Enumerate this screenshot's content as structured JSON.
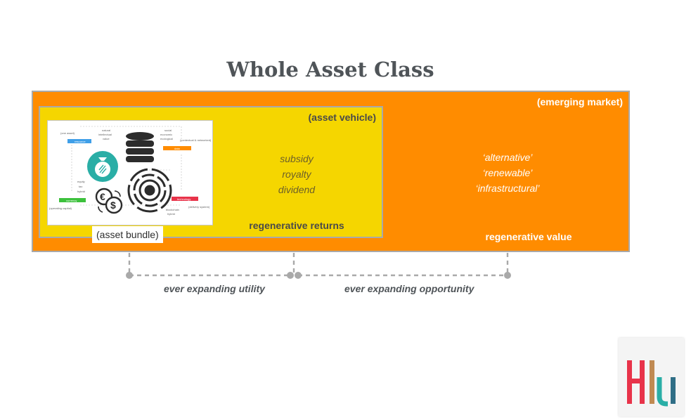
{
  "title": "Whole Asset Class",
  "market": {
    "label": "(emerging market)",
    "value_items": [
      "‘alternative’",
      "‘renewable’",
      "‘infrastructural’"
    ],
    "value_title": "regenerative value"
  },
  "vehicle": {
    "label": "(asset vehicle)",
    "return_items": [
      "subsidy",
      "royalty",
      "dividend"
    ],
    "returns_title": "regenerative returns"
  },
  "bundle": {
    "label": "(asset bundle)"
  },
  "annotations": {
    "utility": "ever expanding utility",
    "opportunity": "ever expanding opportunity"
  },
  "bundle_diagram": {
    "labels": {
      "one_asset": "(one asset)",
      "resource": "resource",
      "social": "social",
      "economic": "economic",
      "ecological": "ecological",
      "natural": "natural",
      "intellectual": "intellectual",
      "value": "value",
      "contextual": "(contextual & networked)",
      "data": "data",
      "equity": "equity",
      "tax": "tax",
      "hybrid": "hybrid",
      "currency": "currency",
      "operating_capital": "(operating capital)",
      "technology": "technology",
      "delivery_system": "(delivery system)",
      "blockchain": "blockchain",
      "hybrid2": "hybrid"
    },
    "colors": {
      "resource": "#3f9fe8",
      "data": "#ff8c00",
      "currency": "#3cc13c",
      "technology": "#e8334a",
      "teal": "#2aaea6"
    }
  },
  "colors": {
    "market": "#ff8c00",
    "vehicle": "#f5d600",
    "border": "#a9a9a9",
    "connector": "#a9a9a9"
  },
  "logo": {
    "colors": [
      "#e8334a",
      "#c08a52",
      "#2aaea6",
      "#2f6e86"
    ]
  }
}
